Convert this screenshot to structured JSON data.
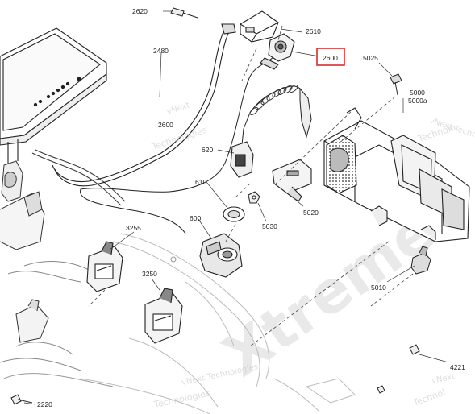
{
  "highlight": {
    "part": "2600",
    "color": "#d32f2f"
  },
  "labels": {
    "p2620": "2620",
    "p2610": "2610",
    "p2600": "2600",
    "p2480": "2480",
    "p2600b": "2600",
    "p5025": "5025",
    "p5000": "5000",
    "p5000a": "5000a",
    "p620": "620",
    "p610": "610",
    "p5030": "5030",
    "p5020": "5020",
    "p600": "600",
    "p3255": "3255",
    "p3250": "3250",
    "p5010": "5010",
    "p2220": "2220",
    "p4221": "4221"
  },
  "watermarks": {
    "vnext_1": "vNext",
    "vnext_1b": "Technologies",
    "vnext_2": "vNext Techno",
    "vnext_2b": "Technolo",
    "vnext_3": "vNext Technologies",
    "vnext_3b": "Technologies",
    "vnext_4": "vNext",
    "vnext_4b": "Technol",
    "big": "Xtreme"
  }
}
